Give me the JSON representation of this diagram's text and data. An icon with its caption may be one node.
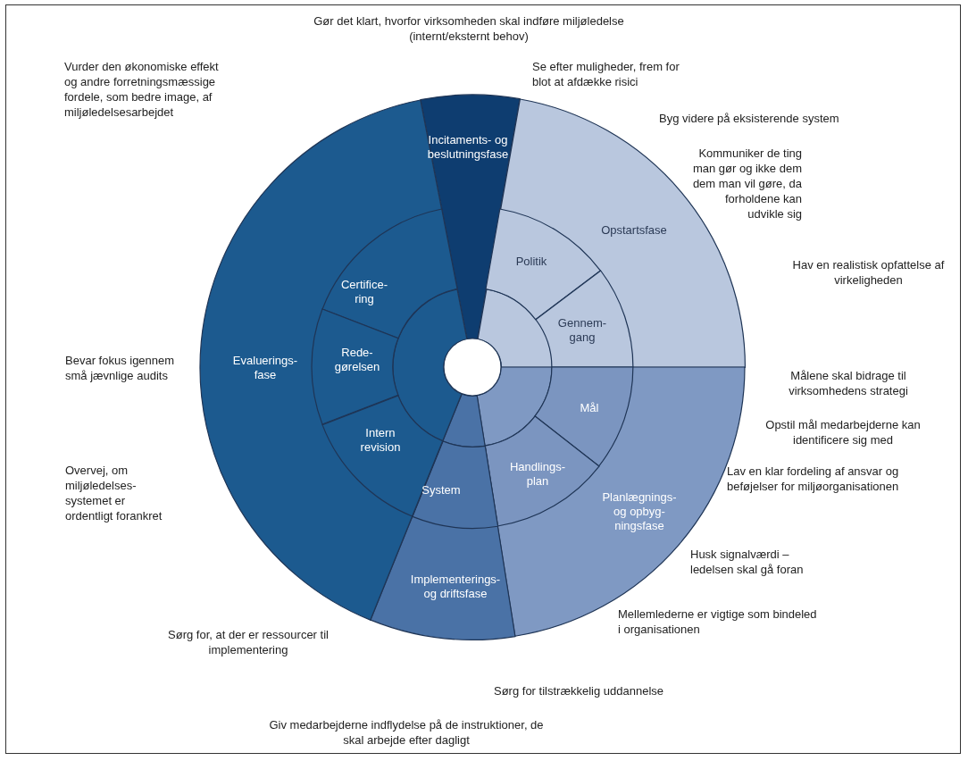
{
  "diagram": {
    "nodes": [
      {
        "text": [
          "Incitaments- og beslutningsfase"
        ]
      },
      {
        "text": [
          "Opstartsfase"
        ]
      },
      {
        "text": [
          "Politik"
        ],
        "in": 1
      },
      {
        "text": [
          "Gennem- gang"
        ],
        "in": 1
      },
      {
        "text": [
          "Planlægnings- og opbyg- ningsfase"
        ]
      },
      {
        "text": [
          "Mål"
        ],
        "in": 4
      },
      {
        "text": [
          "Handlings- plan"
        ],
        "in": 4
      },
      {
        "text": [
          "Implementerings- og driftsfase"
        ]
      },
      {
        "text": [
          "System"
        ],
        "in": 7
      },
      {
        "text": [
          "Evaluerings- fase"
        ]
      },
      {
        "text": [
          "Certifice- ring"
        ],
        "in": 9
      },
      {
        "text": [
          "Rede- gørelsen"
        ],
        "in": 9
      },
      {
        "text": [
          "Intern revision"
        ],
        "in": 9
      }
    ],
    "labels": [
      "Gør det klart, hvorfor virksomheden skal indføre miljøledelse (internt/eksternt behov)",
      "Vurder den økonomiske effekt og andre forretningsmæssige fordele, som bedre image, af miljøledelsesarbejdet",
      "Se efter muligheder, frem for blot at afdække risici",
      "Byg videre på eksisterende system",
      "Kommuniker de ting man gør og ikke dem dem man vil gøre, da forholdene kan udvikle sig",
      "Hav en realistisk opfattelse af virkeligheden",
      "Bevar fokus igennem små jævnlige audits",
      "Målene skal bidrage til virksomhedens strategi",
      "Opstil mål medarbejderne kan identificere sig med",
      "Overvej, om miljøledelses- systemet er ordentligt forankret",
      "Lav en klar fordeling af ansvar og beføjelser for miljøorganisationen",
      "Husk signalværdi – ledelsen skal gå foran",
      "Mellemlederne er vigtige som bindeled i organisationen",
      "Sørg for, at der er ressourcer til implementering",
      "Sørg for tilstrækkelig uddannelse",
      "Giv medarbejderne indflydelse på de instruktioner, de skal arbejde efter dagligt"
    ]
  }
}
